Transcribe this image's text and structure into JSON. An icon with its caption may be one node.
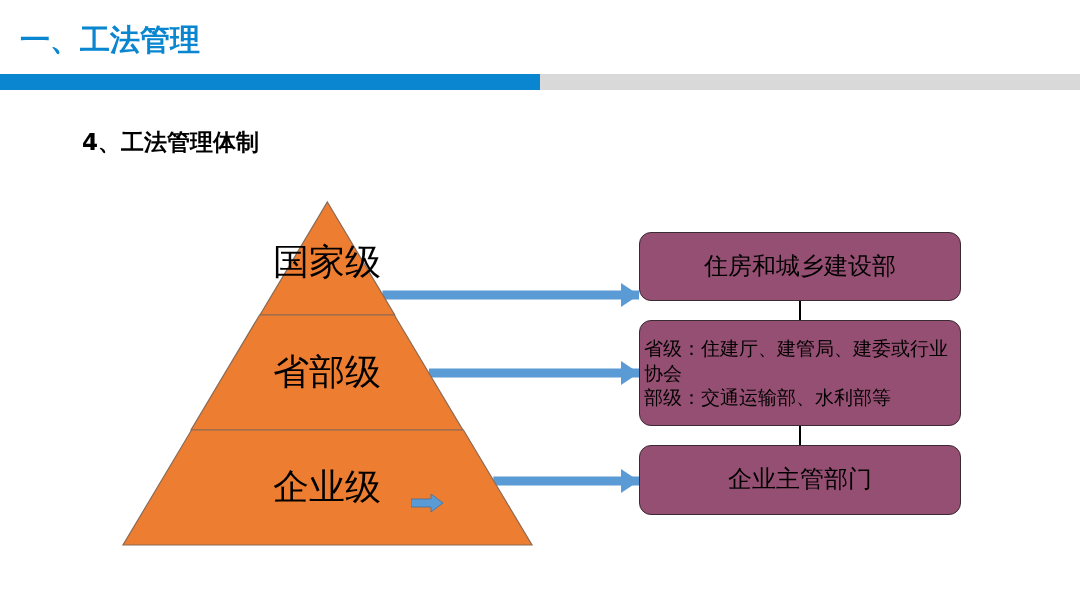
{
  "diagram": {
    "title": "一、工法管理",
    "nodes": [
      {
        "text": [
          "国家级"
        ]
      },
      {
        "text": [
          "省部级"
        ]
      },
      {
        "text": [
          "企业级"
        ]
      },
      {
        "text": [
          "住房和城乡建设部"
        ]
      },
      {
        "text": [
          "省级：住建厅、建管局、建委或行业协会",
          "部级：交通运输部、水利部等"
        ]
      },
      {
        "text": [
          "企业主管部门"
        ]
      }
    ],
    "edges": [
      {
        "from": 0,
        "to": 3,
        "arrow": "to"
      },
      {
        "from": 1,
        "to": 4,
        "arrow": "to"
      },
      {
        "from": 2,
        "to": 5,
        "arrow": "to"
      },
      {
        "from": 3,
        "to": 4,
        "arrow": "none",
        "color": "#000000"
      },
      {
        "from": 4,
        "to": 5,
        "arrow": "none",
        "color": "#000000"
      }
    ],
    "labels": [
      "4、工法管理体制"
    ]
  }
}
